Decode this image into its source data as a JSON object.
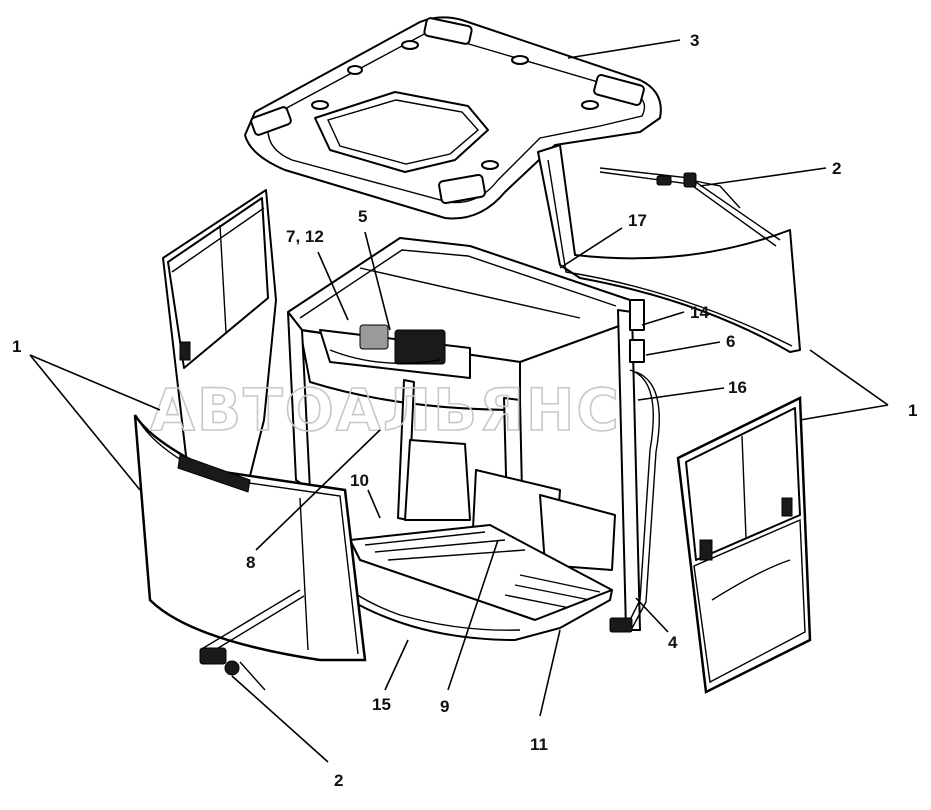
{
  "watermark": "АВТОАЛЬЯНС",
  "callouts": [
    {
      "id": "c1-left",
      "text": "1"
    },
    {
      "id": "c1-right",
      "text": "1"
    },
    {
      "id": "c2-top",
      "text": "2"
    },
    {
      "id": "c2-bottom",
      "text": "2"
    },
    {
      "id": "c3",
      "text": "3"
    },
    {
      "id": "c4",
      "text": "4"
    },
    {
      "id": "c5",
      "text": "5"
    },
    {
      "id": "c6",
      "text": "6"
    },
    {
      "id": "c7-12",
      "text": "7, 12"
    },
    {
      "id": "c8",
      "text": "8"
    },
    {
      "id": "c9",
      "text": "9"
    },
    {
      "id": "c10",
      "text": "10"
    },
    {
      "id": "c11",
      "text": "11"
    },
    {
      "id": "c14",
      "text": "14"
    },
    {
      "id": "c15",
      "text": "15"
    },
    {
      "id": "c16",
      "text": "16"
    },
    {
      "id": "c17",
      "text": "17"
    }
  ]
}
